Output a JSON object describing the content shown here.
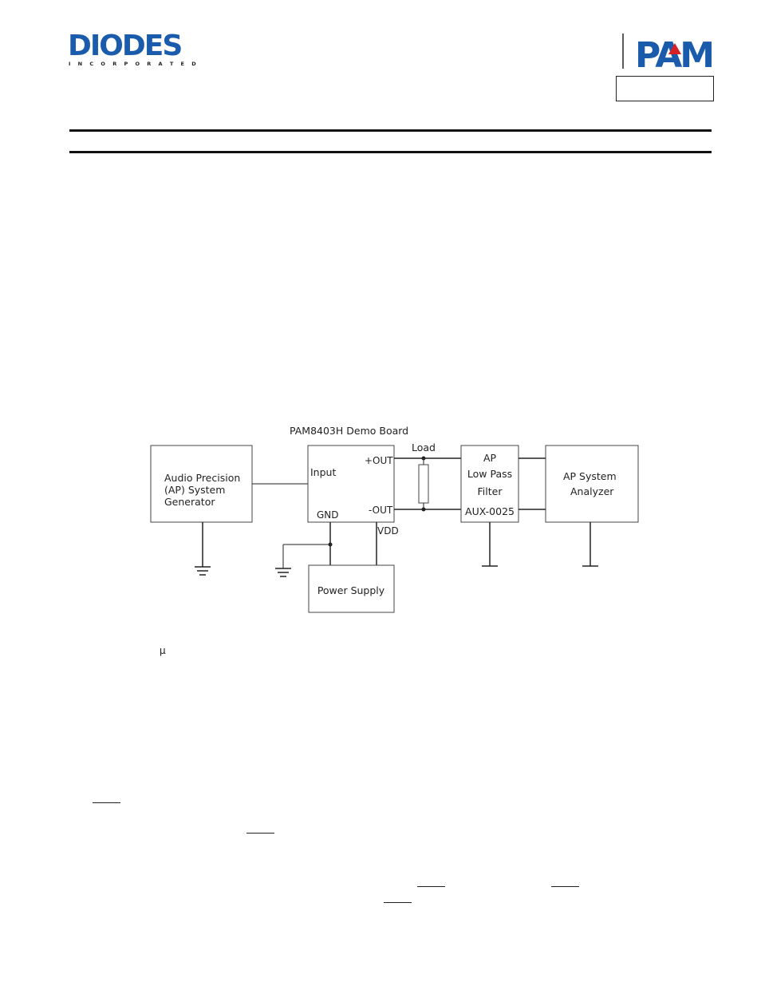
{
  "header": {
    "left_logo": {
      "brand": "DIODES",
      "sub": "I N C O R P O R A T E D",
      "color": "#1a5cab",
      "icon": "diodes-logo"
    },
    "right_logo": {
      "brand": "PAM",
      "color": "#1a5cab",
      "accent": "#d71f26",
      "icon": "pam-logo"
    },
    "part_number": ""
  },
  "diagram": {
    "board_title": "PAM8403H Demo Board",
    "load_label": "Load",
    "generator": {
      "line1": "Audio Precision",
      "line2": "(AP) System",
      "line3": "Generator"
    },
    "demo_board": {
      "input": "Input",
      "out_pos": "+OUT",
      "out_neg": "-OUT",
      "gnd": "GND",
      "vdd": "VDD"
    },
    "filter": {
      "line1": "AP",
      "line2": "Low Pass",
      "line3": "Filter",
      "line4": "AUX-0025"
    },
    "analyzer": {
      "line1": "AP System",
      "line2": "Analyzer"
    },
    "power_supply": "Power Supply"
  },
  "body": {
    "mu_symbol": "µ"
  }
}
